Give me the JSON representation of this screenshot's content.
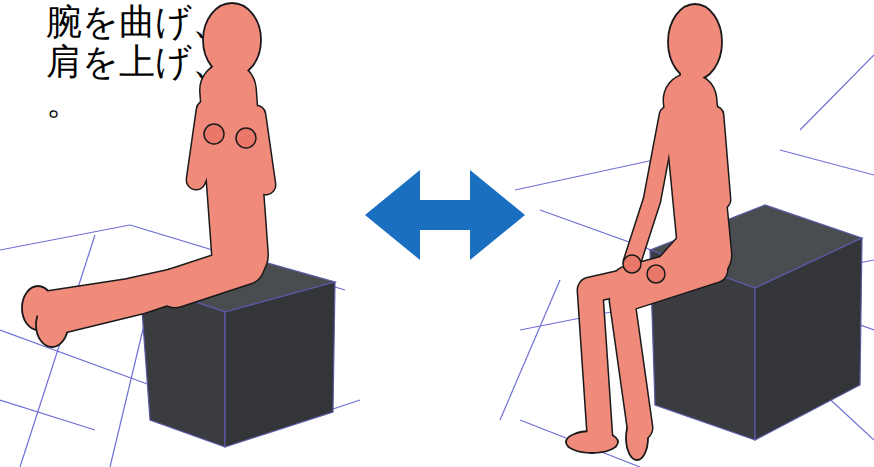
{
  "diagram": {
    "labels": [
      "腕を曲げ、",
      "肩を上げ、",
      "。"
    ]
  }
}
